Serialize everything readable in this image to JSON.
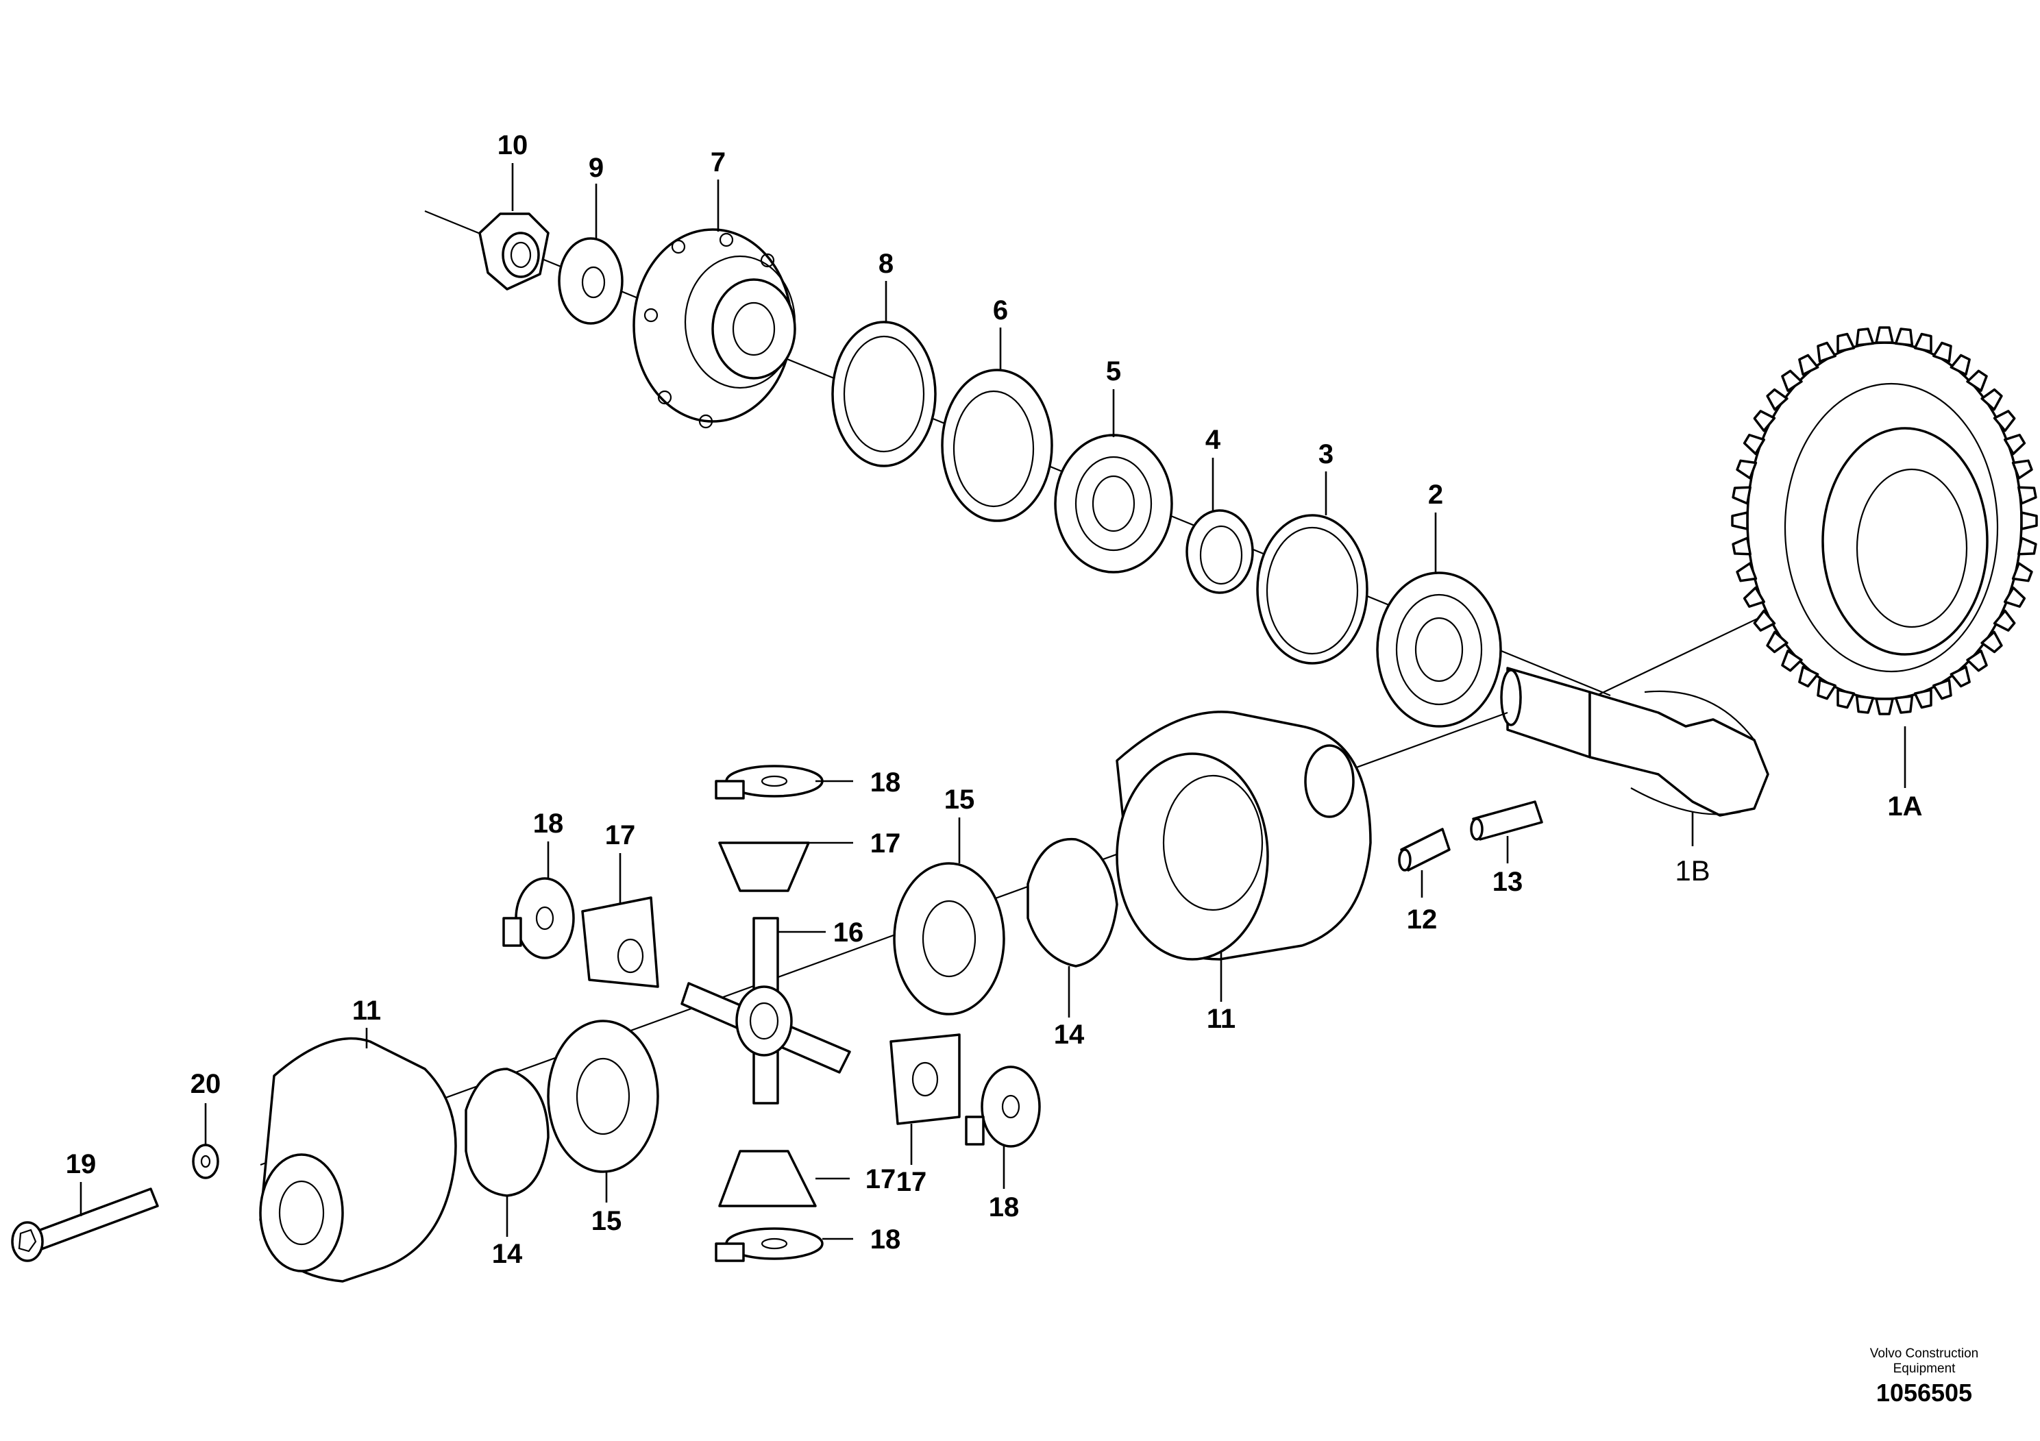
{
  "diagram": {
    "callouts": {
      "c10": "10",
      "c9": "9",
      "c7": "7",
      "c8": "8",
      "c6": "6",
      "c5": "5",
      "c4": "4",
      "c3": "3",
      "c2": "2",
      "c1a": "1A",
      "c1b": "1B",
      "c11_right": "11",
      "c12": "12",
      "c13": "13",
      "c14_mid": "14",
      "c15_top": "15",
      "c16": "16",
      "c17_top": "17",
      "c17_left": "17",
      "c17_mid": "17",
      "c17_bottom": "17",
      "c18_top": "18",
      "c18_left": "18",
      "c18_right": "18",
      "c18_bottom": "18",
      "c11_left": "11",
      "c20": "20",
      "c19": "19",
      "c14_left": "14",
      "c15_bottom": "15"
    },
    "credit_line1": "Volvo Construction",
    "credit_line2": "Equipment",
    "document_number": "1056505"
  }
}
